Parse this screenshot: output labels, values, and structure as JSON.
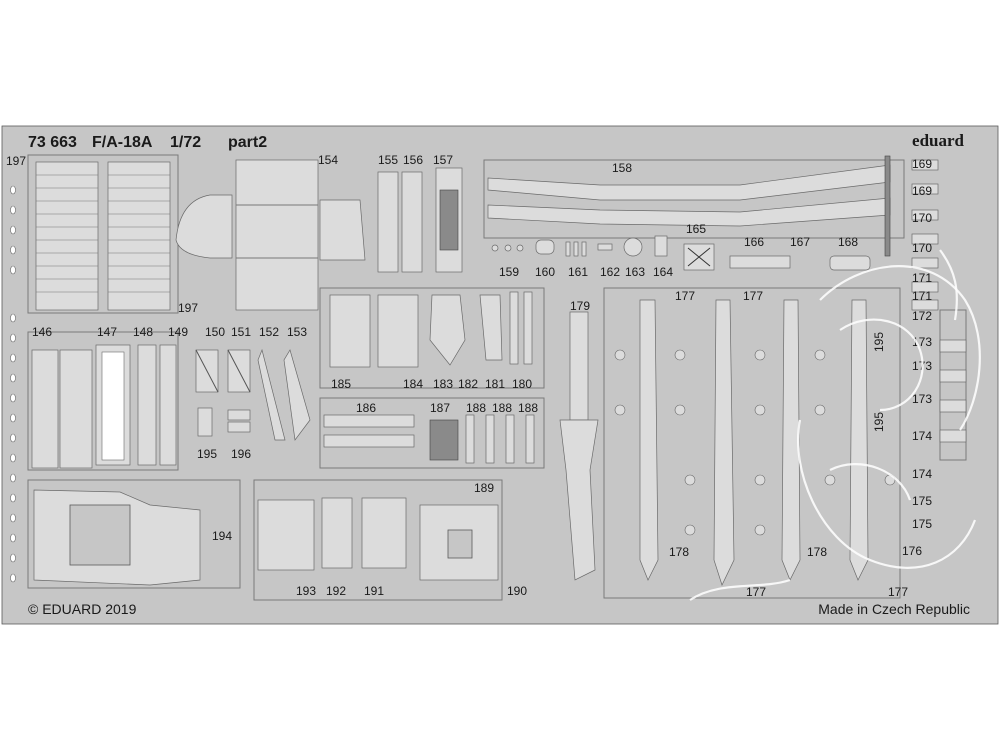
{
  "header": {
    "code": "73 663",
    "model": "F/A-18A",
    "scale": "1/72",
    "sheet": "part2",
    "brand": "eduard"
  },
  "footer": {
    "copyright": "© EDUARD 2019",
    "origin": "Made in Czech Republic"
  },
  "part_numbers": {
    "p146": "146",
    "p147": "147",
    "p148": "148",
    "p149": "149",
    "p150": "150",
    "p151": "151",
    "p152": "152",
    "p153": "153",
    "p154": "154",
    "p155": "155",
    "p156": "156",
    "p157": "157",
    "p158": "158",
    "p159": "159",
    "p160": "160",
    "p161": "161",
    "p162": "162",
    "p163": "163",
    "p164": "164",
    "p165": "165",
    "p166": "166",
    "p167": "167",
    "p168": "168",
    "p169a": "169",
    "p169b": "169",
    "p170a": "170",
    "p170b": "170",
    "p171a": "171",
    "p171b": "171",
    "p172": "172",
    "p173a": "173",
    "p173b": "173",
    "p173c": "173",
    "p174a": "174",
    "p174b": "174",
    "p175a": "175",
    "p175b": "175",
    "p176": "176",
    "p177a": "177",
    "p177b": "177",
    "p177c": "177",
    "p177d": "177",
    "p178a": "178",
    "p178b": "178",
    "p179": "179",
    "p180": "180",
    "p181": "181",
    "p182": "182",
    "p183": "183",
    "p184": "184",
    "p185": "185",
    "p186": "186",
    "p187": "187",
    "p188a": "188",
    "p188b": "188",
    "p188c": "188",
    "p189": "189",
    "p190": "190",
    "p191": "191",
    "p192": "192",
    "p193": "193",
    "p194": "194",
    "p195a": "195",
    "p195b": "195",
    "p195c": "195",
    "p196": "196",
    "p197a": "197",
    "p197b": "197"
  },
  "colors": {
    "metal": "#c6c6c6",
    "outline": "#5a5a5a",
    "background": "#ffffff"
  }
}
